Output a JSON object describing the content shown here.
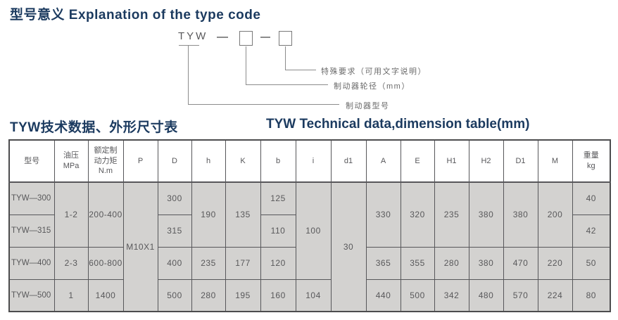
{
  "page": {
    "title_main": "型号意义 Explanation of the type code",
    "title_table_cn": "TYW技术数据、外形尺寸表",
    "title_table_en": "TYW Technical data,dimension table(mm)"
  },
  "diagram": {
    "code": "TYW",
    "labels": {
      "special_requirement": "特殊要求（可用文字说明）",
      "brake_wheel_diameter": "制动器轮径（mm）",
      "brake_model": "制动器型号"
    }
  },
  "table": {
    "header": [
      "型号",
      "油压\nMPa",
      "额定制\n动力矩\nN.m",
      "P",
      "D",
      "h",
      "K",
      "b",
      "i",
      "d1",
      "A",
      "E",
      "H1",
      "H2",
      "D1",
      "M",
      "重量\nkg"
    ],
    "rows": [
      [
        "TYW—300",
        "1-2",
        "200-400",
        "M10X1",
        "300",
        "190",
        "135",
        "125",
        "100",
        "30",
        "330",
        "320",
        "235",
        "380",
        "380",
        "200",
        "40"
      ],
      [
        "TYW—315",
        "315",
        "110",
        "42"
      ],
      [
        "TYW—400",
        "2-3",
        "600-800",
        "400",
        "235",
        "177",
        "120",
        "365",
        "355",
        "280",
        "380",
        "470",
        "220",
        "50"
      ],
      [
        "TYW—500",
        "1",
        "1400",
        "500",
        "280",
        "195",
        "160",
        "104",
        "440",
        "500",
        "342",
        "480",
        "570",
        "224",
        "80"
      ]
    ]
  }
}
